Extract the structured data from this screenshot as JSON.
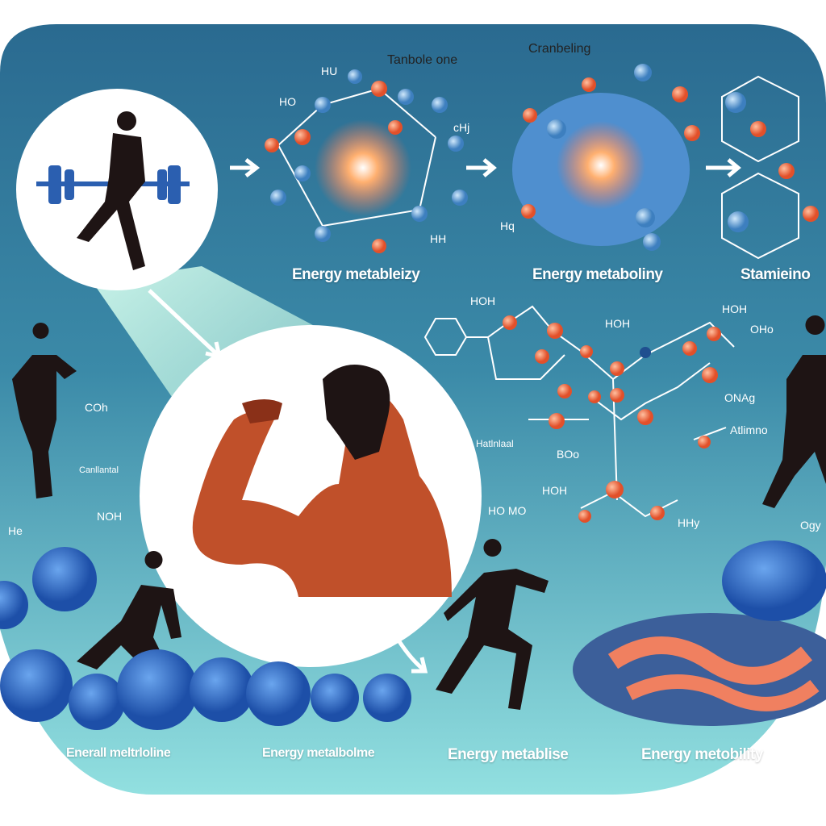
{
  "top_labels": {
    "title_a": "Tanbole one",
    "title_b": "Cranbeling",
    "caption_1": "Energy metableizy",
    "caption_2": "Energy metaboliny",
    "caption_3": "Stamieino"
  },
  "bottom_labels": {
    "caption_1": "Enerall meltrloline",
    "caption_2": "Energy metalbolme",
    "caption_3": "Energy metablise",
    "caption_4": "Energy metobility"
  },
  "chem_labels": {
    "hu": "HU",
    "ho": "HO",
    "ch": "cHj",
    "hh": "HH",
    "hq": "Hq",
    "hoh1": "HOH",
    "hoh2": "HOH",
    "hoh3": "HOH",
    "oh": "OHo",
    "onag": "ONAg",
    "aminno": "Atlimno",
    "hanimal": "Hatlnlaal",
    "bo": "BOo",
    "homo": "HO MO",
    "hoh4": "HOH",
    "hhy": "HHy",
    "co2": "COh",
    "cantinal": "Canllantal",
    "noh": "NOH",
    "he": "He",
    "oy": "Ogy"
  },
  "colors": {
    "bg_top": "#2c6f95",
    "bg_bottom": "#8fdfe0",
    "atom_blue": "#5aa0d8",
    "atom_orange": "#f06a3a",
    "muscle": "#c0502a",
    "silhouette": "#1e1414"
  }
}
